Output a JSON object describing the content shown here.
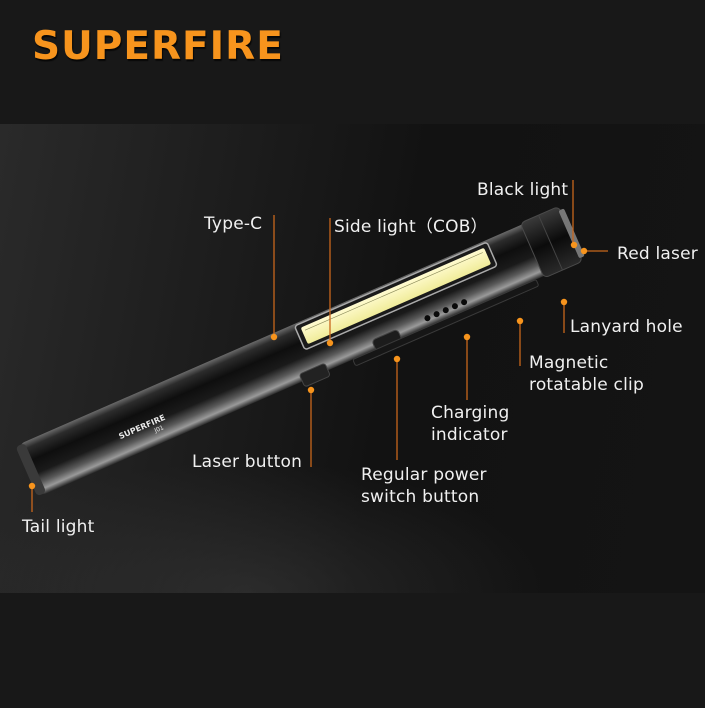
{
  "brand": {
    "logo_text": "SUPERFIRE",
    "color": "#f7941d"
  },
  "product": {
    "body_brand": "SUPERFIRE",
    "model": "J01"
  },
  "colors": {
    "accent": "#f7941d",
    "leader_line": "#c8671c",
    "label_text": "#f0f0f0",
    "background": "#181818",
    "cob_light": "#f6f3b4"
  },
  "callouts": [
    {
      "id": "black-light",
      "text": "Black light"
    },
    {
      "id": "type-c",
      "text": "Type-C"
    },
    {
      "id": "side-light",
      "text": "Side light（COB）"
    },
    {
      "id": "red-laser",
      "text": "Red laser"
    },
    {
      "id": "lanyard-hole",
      "text": "Lanyard hole"
    },
    {
      "id": "magnetic-clip",
      "line1": "Magnetic",
      "line2": "rotatable clip"
    },
    {
      "id": "charging-indicator",
      "line1": "Charging",
      "line2": "indicator"
    },
    {
      "id": "laser-button",
      "text": "Laser button"
    },
    {
      "id": "power-button",
      "line1": "Regular power",
      "line2": "switch button"
    },
    {
      "id": "tail-light",
      "text": "Tail light"
    }
  ]
}
